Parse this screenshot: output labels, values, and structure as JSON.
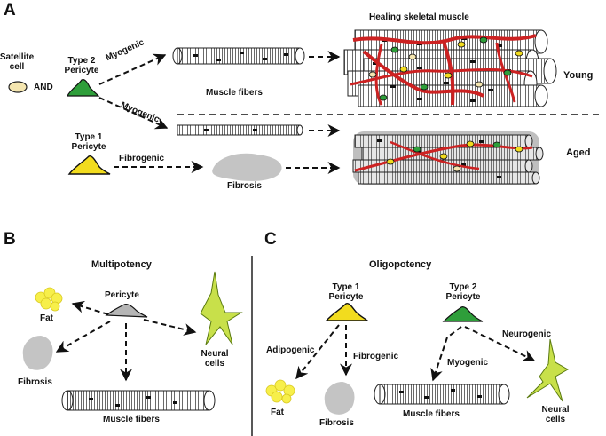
{
  "panels": {
    "a": "A",
    "b": "B",
    "c": "C"
  },
  "panel_a": {
    "satellite_cell": "Satellite\ncell",
    "and": "AND",
    "type2_pericyte": "Type 2\nPericyte",
    "myogenic_upper": "Myogenic",
    "myogenic_lower": "Myogenic",
    "muscle_fibers": "Muscle fibers",
    "healing_title": "Healing skeletal muscle",
    "young": "Young",
    "type1_pericyte": "Type 1\nPericyte",
    "fibrogenic": "Fibrogenic",
    "fibrosis": "Fibrosis",
    "aged": "Aged"
  },
  "panel_b": {
    "title": "Multipotency",
    "pericyte": "Pericyte",
    "fat": "Fat",
    "fibrosis": "Fibrosis",
    "neural_cells": "Neural\ncells",
    "muscle_fibers": "Muscle fibers"
  },
  "panel_c": {
    "title": "Oligopotency",
    "type1_pericyte": "Type 1\nPericyte",
    "type2_pericyte": "Type 2\nPericyte",
    "adipogenic": "Adipogenic",
    "fibrogenic": "Fibrogenic",
    "neurogenic": "Neurogenic",
    "myogenic": "Myogenic",
    "fat": "Fat",
    "fibrosis": "Fibrosis",
    "muscle_fibers": "Muscle fibers",
    "neural_cells": "Neural\ncells"
  },
  "colors": {
    "type2_pericyte": "#2e9e3a",
    "type1_pericyte": "#f2dc1e",
    "pericyte_generic": "#b5b5b5",
    "satellite_cell": "#f5e6b0",
    "blood_vessel": "#cc2222",
    "fat": "#f7ef4a",
    "neural": "#c8e04a",
    "fibrosis": "#c4c4c4",
    "aged_matrix": "#bfbfbf"
  }
}
